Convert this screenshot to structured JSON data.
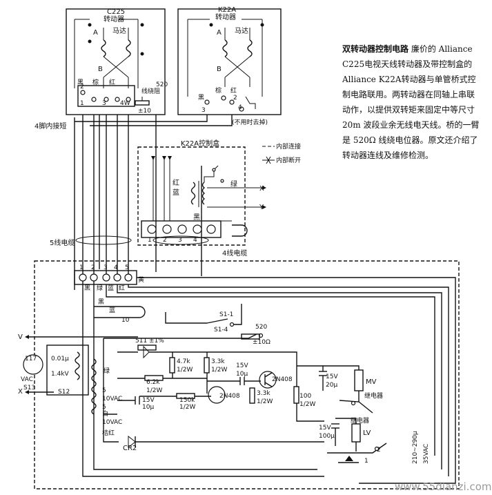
{
  "diagram": {
    "c225_title": "C225",
    "c225_sub": "转动器",
    "k22a_title": "K22A",
    "k22a_sub": "转动器",
    "motor": "马达",
    "winding_a": "A",
    "winding_b": "B",
    "pin_1": "1",
    "pin_2": "2",
    "pin_3": "3",
    "pin_4": "4",
    "pin_5": "5",
    "pin_4w": "4W",
    "wire_black": "黑",
    "wire_brown": "棕",
    "wire_red": "红",
    "wire_green": "绿",
    "wire_blue": "蓝",
    "wire_yellow": "黄",
    "pot_520": "520",
    "pot_ohm": "±10",
    "pot_ohm2": "±10Ω",
    "wirewound": "线绕阻",
    "inner_short_4pin": "4脚内接短",
    "remove_unused": "(不用时去掉)",
    "ctrl_box": "K22A控制盒",
    "legend_connect": "内部连接",
    "legend_break": "内部断开",
    "out_x": "X",
    "out_y": "Y",
    "cable_5": "5线电缆",
    "cable_4": "4线电缆",
    "r_10": "10",
    "s1_1": "S1-1",
    "s1_4": "S1-4",
    "node_v": "V",
    "node_x": "X",
    "vac_117": "117",
    "vac_label": "VAC",
    "s13": "S13",
    "s12": "S12",
    "cap_001": "0.01μ",
    "cap_14kv": "1.4kV",
    "r_511": "511 ±1%",
    "r_47k": "4.7k",
    "r_47k_w": "1/2W",
    "r_33k": "3.3k",
    "r_33k_w": "1/2W",
    "c_15v_1": "15V",
    "c_10u_1": "10μ",
    "q_2n408_a": "2N408",
    "q_2n408_b": "2N408",
    "r_62k": "6.2k",
    "r_62k_w": "1/2W",
    "c_15v_2": "15V",
    "c_10u_2": "10μ",
    "r_150k": "150k",
    "r_150k_w": "1/2W",
    "r_33k_b": "3.3k",
    "r_33k_b_w": "1/2W",
    "r_100": "100",
    "r_100_w": "1/2W",
    "c_15v_3": "15V",
    "c_20u": "20μ",
    "mv": "MV",
    "relay_1": "继电器",
    "relay_2": "继电器",
    "c_15v_4": "15V",
    "c_100u": "100μ",
    "lv": "LV",
    "sec_5": "5",
    "sec_10vac_a": "10VAC",
    "sec_10vac_b": "10VAC",
    "sec_white": "白",
    "sec_orange_red": "桔红",
    "cr2": "CR2",
    "supply_range": "210~290μ",
    "supply_vac": "35VAC",
    "watermark": "www.55dianzi.com"
  },
  "description": {
    "title": "双转动器控制电路",
    "body": "廉价的 Alliance C225电视天线转动器及带控制盒的 Alliance K22A转动器与单管桥式控制电路联用。两转动器在同轴上串联动作，以提供双转矩来固定中等尺寸 20m 波段业余无线电天线。桥的一臂是 520Ω 线绕电位器。原文还介绍了转动器连线及维修检测。"
  }
}
